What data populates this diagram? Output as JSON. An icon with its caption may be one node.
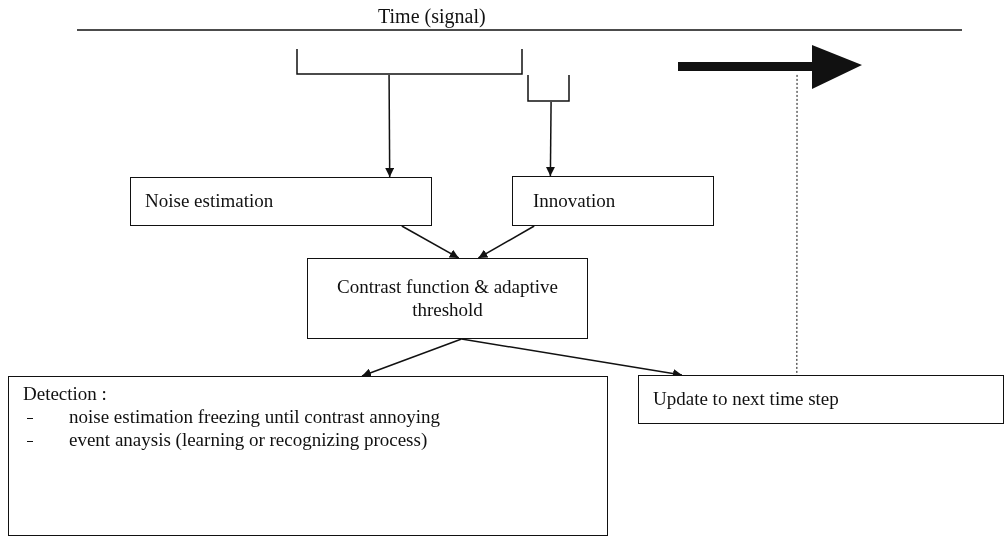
{
  "diagram": {
    "nodes": [
      {
        "text": [],
        "shape": "bracket"
      },
      {
        "text": [],
        "shape": "bracket"
      },
      {
        "text": [
          "Noise estimation"
        ]
      },
      {
        "text": [
          "Innovation"
        ]
      },
      {
        "text": [
          "Contrast function & adaptive threshold"
        ]
      },
      {
        "text": [
          "Detection :",
          "noise estimation freezing until contrast annoying",
          "event anaysis (learning or recognizing process)"
        ]
      },
      {
        "text": [
          "Update to next time step"
        ]
      },
      {
        "text": [],
        "shape": "arrow"
      }
    ],
    "edges": [
      {
        "from": 0,
        "to": 2,
        "arrow": "to"
      },
      {
        "from": 1,
        "to": 3,
        "arrow": "to"
      },
      {
        "from": 2,
        "to": 4,
        "arrow": "to"
      },
      {
        "from": 3,
        "to": 4,
        "arrow": "to"
      },
      {
        "from": 4,
        "to": 5,
        "arrow": "to"
      },
      {
        "from": 4,
        "to": 6,
        "arrow": "to"
      },
      {
        "from": 7,
        "to": 6,
        "arrow": "none",
        "style": "dashed"
      }
    ],
    "labels": [
      "Time (signal)"
    ]
  }
}
